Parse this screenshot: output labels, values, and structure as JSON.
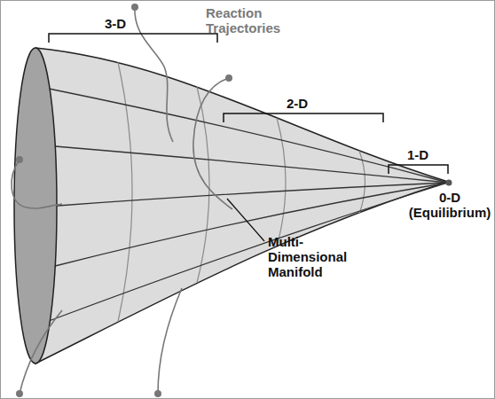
{
  "diagram": {
    "labels": [
      "Reaction Trajectories",
      "3-D",
      "2-D",
      "1-D",
      "0-D (Equilibrium)",
      "Multi-Dimensional Manifold"
    ]
  }
}
